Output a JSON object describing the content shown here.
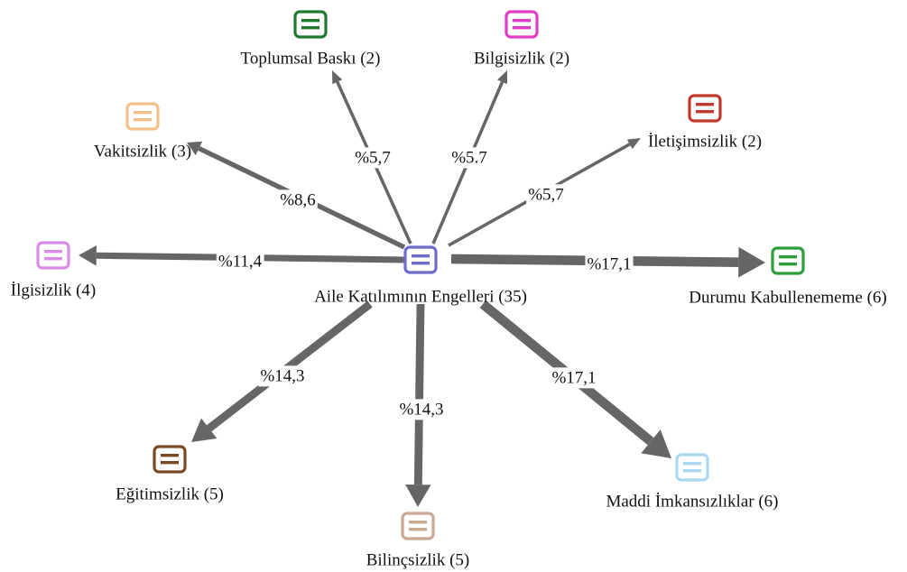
{
  "diagram": {
    "center": {
      "id": "center",
      "label": "Aile Katılımının Engelleri (35)",
      "color": "#6c6ccc"
    },
    "nodes": [
      {
        "id": "toplumsal",
        "label": "Toplumsal Baskı (2)",
        "color": "#1f7a2e"
      },
      {
        "id": "bilgisizlik",
        "label": "Bilgisizlik (2)",
        "color": "#e03cc8"
      },
      {
        "id": "iletisim",
        "label": "İletişimsizlik (2)",
        "color": "#c0392b"
      },
      {
        "id": "vakitsizlik",
        "label": "Vakitsizlik (3)",
        "color": "#f3c08a"
      },
      {
        "id": "ilgisizlik",
        "label": "İlgisizlik (4)",
        "color": "#d98be6"
      },
      {
        "id": "durumu",
        "label": "Durumu Kabullenememe (6)",
        "color": "#2e9e3a"
      },
      {
        "id": "egitimsizlik",
        "label": "Eğitimsizlik (5)",
        "color": "#7a4a22"
      },
      {
        "id": "bilincsizlik",
        "label": "Bilinçsizlik (5)",
        "color": "#c9a894"
      },
      {
        "id": "maddi",
        "label": "Maddi İmkansızlıklar (6)",
        "color": "#a9d8f0"
      }
    ],
    "edges": [
      {
        "to": "toplumsal",
        "label": "%5,7",
        "weight": 5.7
      },
      {
        "to": "bilgisizlik",
        "label": "%5.7",
        "weight": 5.7
      },
      {
        "to": "iletisim",
        "label": "%5,7",
        "weight": 5.7
      },
      {
        "to": "vakitsizlik",
        "label": "%8,6",
        "weight": 8.6
      },
      {
        "to": "ilgisizlik",
        "label": "%11,4",
        "weight": 11.4
      },
      {
        "to": "durumu",
        "label": "%17,1",
        "weight": 17.1
      },
      {
        "to": "egitimsizlik",
        "label": "%14,3",
        "weight": 14.3
      },
      {
        "to": "bilincsizlik",
        "label": "%14,3",
        "weight": 14.3
      },
      {
        "to": "maddi",
        "label": "%17,1",
        "weight": 17.1
      }
    ],
    "edge_color": "#666666"
  }
}
